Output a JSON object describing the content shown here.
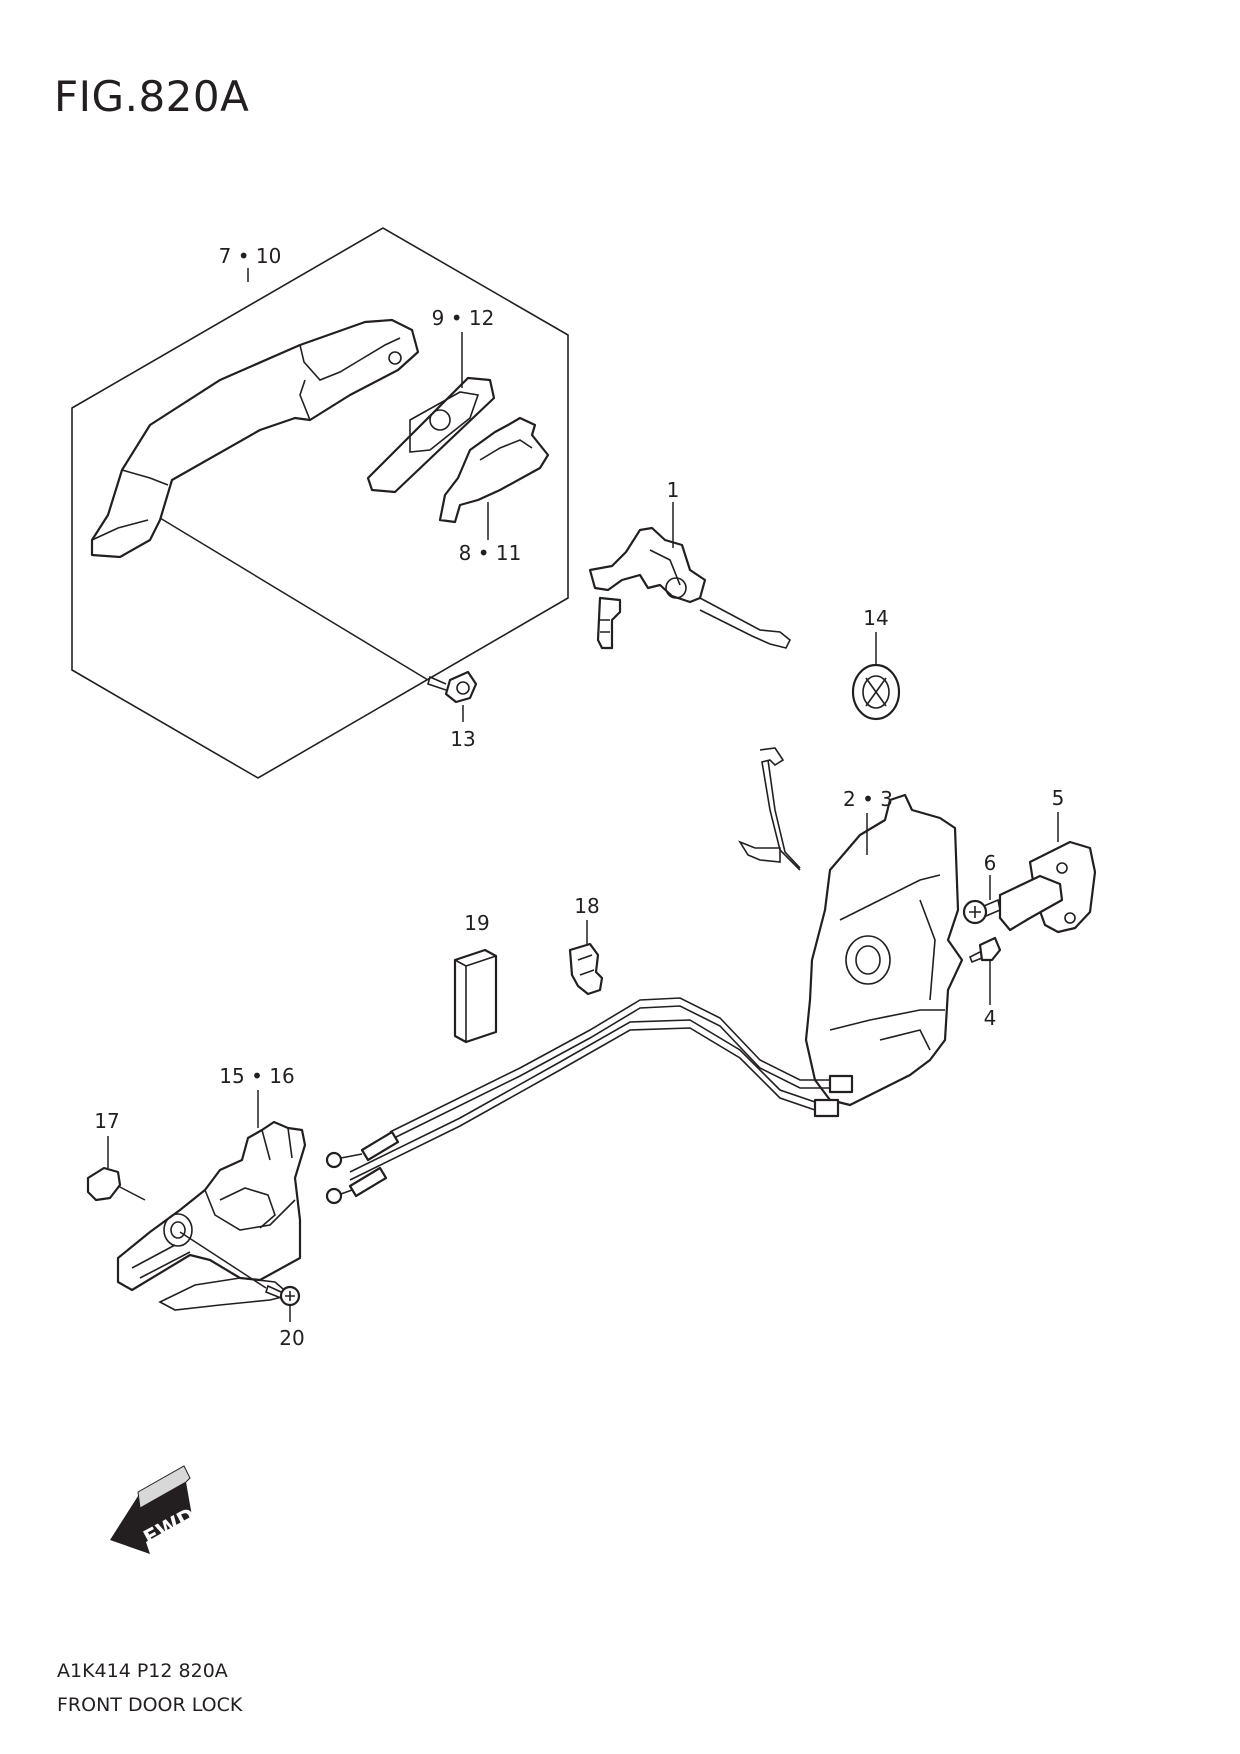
{
  "figure": {
    "title": "FIG.820A"
  },
  "footer": {
    "code": "A1K414 P12 820A",
    "title": "FRONT DOOR LOCK"
  },
  "callouts": {
    "c1": "1",
    "c2_3": "2 • 3",
    "c4": "4",
    "c5": "5",
    "c6": "6",
    "c7_10": "7 • 10",
    "c8_11": "8 • 11",
    "c9_12": "9 • 12",
    "c13": "13",
    "c14": "14",
    "c15_16": "15 • 16",
    "c17": "17",
    "c18": "18",
    "c19": "19",
    "c20": "20"
  },
  "direction_arrow": {
    "label": "FWD"
  }
}
